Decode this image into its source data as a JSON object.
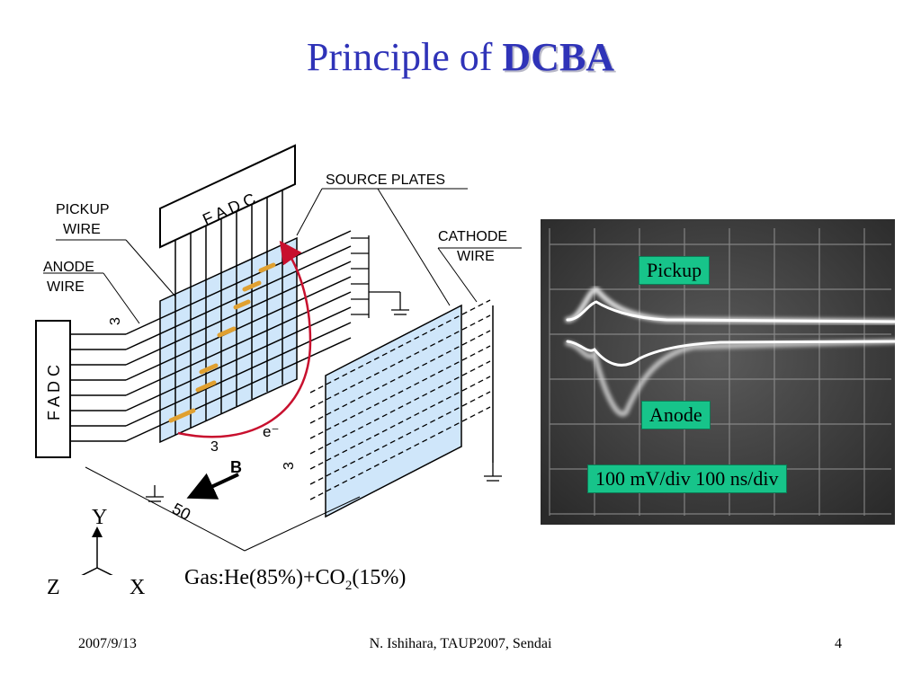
{
  "slide": {
    "title_prefix": "Principle of ",
    "title_bold": "DCBA"
  },
  "diagram": {
    "fadc_top": "F A D C",
    "fadc_left": "F A D C",
    "pickup_wire_line1": "PICKUP",
    "pickup_wire_line2": "WIRE",
    "anode_wire_line1": "ANODE",
    "anode_wire_line2": "WIRE",
    "source_plates": "SOURCE PLATES",
    "cathode_wire_line1": "CATHODE",
    "cathode_wire_line2": "WIRE",
    "dim_pickup_pitch": "3",
    "dim_anode_pitch": "3",
    "dim_cathode_pitch": "3",
    "dim_length": "50",
    "electron": "e⁻",
    "field": "B",
    "axis_y": "Y",
    "axis_z": "Z",
    "axis_x": "X",
    "gas_prefix": "Gas:He(85%)+CO",
    "gas_sub": "2",
    "gas_suffix": "(15%)"
  },
  "scope": {
    "pickup_label": "Pickup",
    "anode_label": "Anode",
    "scale_label": "100 mV/div 100 ns/div"
  },
  "footer": {
    "date": "2007/9/13",
    "author": "N. Ishihara, TAUP2007, Sendai",
    "page": "4"
  }
}
